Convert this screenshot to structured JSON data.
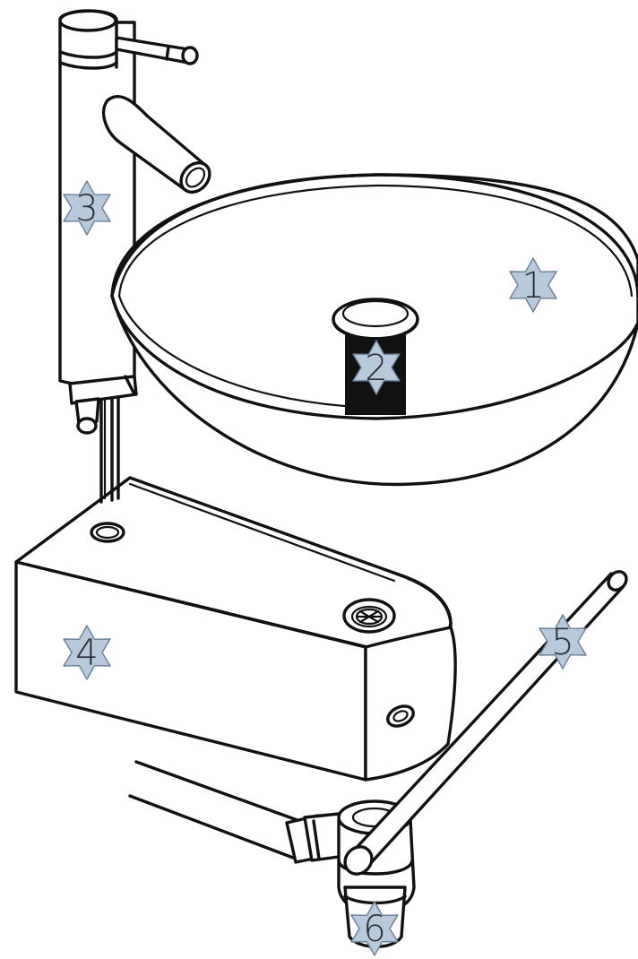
{
  "markers": [
    {
      "id": "marker-1",
      "label": "1"
    },
    {
      "id": "marker-2",
      "label": "2"
    },
    {
      "id": "marker-3",
      "label": "3"
    },
    {
      "id": "marker-4",
      "label": "4"
    },
    {
      "id": "marker-5",
      "label": "5"
    },
    {
      "id": "marker-6",
      "label": "6"
    }
  ],
  "colors": {
    "line": "#111111",
    "background": "#ffffff",
    "marker_fill": "#b9c9dc",
    "marker_stroke": "#6a7f98",
    "marker_text": "#2a2f36"
  },
  "icons": {
    "marker": "six-pointed-star-icon"
  }
}
